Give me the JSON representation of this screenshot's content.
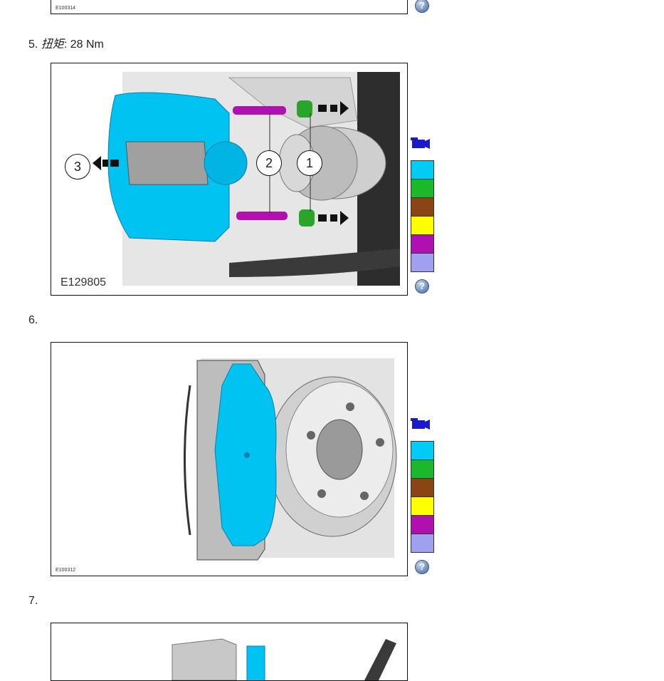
{
  "top_figure": {
    "code": "E100314"
  },
  "step5": {
    "number": "5.",
    "label": "扭矩",
    "value": ": 28 Nm"
  },
  "figure5": {
    "code": "E129805",
    "callouts": [
      "1",
      "2",
      "3"
    ]
  },
  "step6": {
    "number": "6."
  },
  "figure6": {
    "code": "E100312"
  },
  "step7": {
    "number": "7."
  },
  "legend": {
    "icon": "camera-icon",
    "colors": [
      "#00ccf5",
      "#1ab82a",
      "#8b4513",
      "#ffff00",
      "#b010b0",
      "#a0a0f0"
    ]
  },
  "help_icon": "help-icon",
  "help_glyph": "?"
}
